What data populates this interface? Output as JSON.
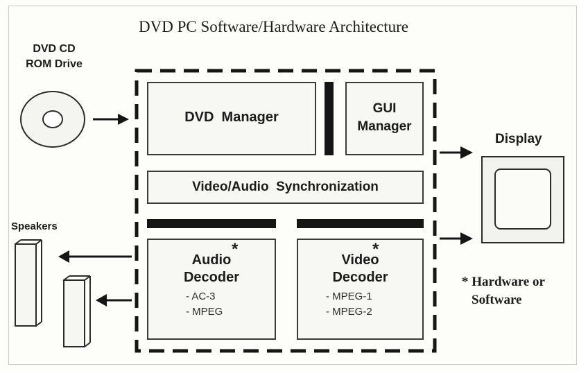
{
  "title": "DVD PC Software/Hardware Architecture",
  "drive": {
    "label_line1": "DVD CD",
    "label_line2": "ROM Drive"
  },
  "dvd_manager": {
    "label": "DVD  Manager"
  },
  "gui_manager": {
    "label_line1": "GUI",
    "label_line2": "Manager"
  },
  "sync": {
    "label": "Video/Audio  Synchronization"
  },
  "audio_decoder": {
    "label_line1": "Audio",
    "label_line2": "Decoder",
    "asterisk": "*",
    "formats": [
      "- AC-3",
      "- MPEG"
    ]
  },
  "video_decoder": {
    "label_line1": "Video",
    "label_line2": "Decoder",
    "asterisk": "*",
    "formats": [
      "- MPEG-1",
      "- MPEG-2"
    ]
  },
  "display": {
    "label": "Display"
  },
  "speakers": {
    "label": "Speakers"
  },
  "note": {
    "line1": "* Hardware or",
    "line2": "Software"
  },
  "colors": {
    "ink": "#151515",
    "box_border": "#3a3a3a",
    "background": "#fdfdfa"
  }
}
